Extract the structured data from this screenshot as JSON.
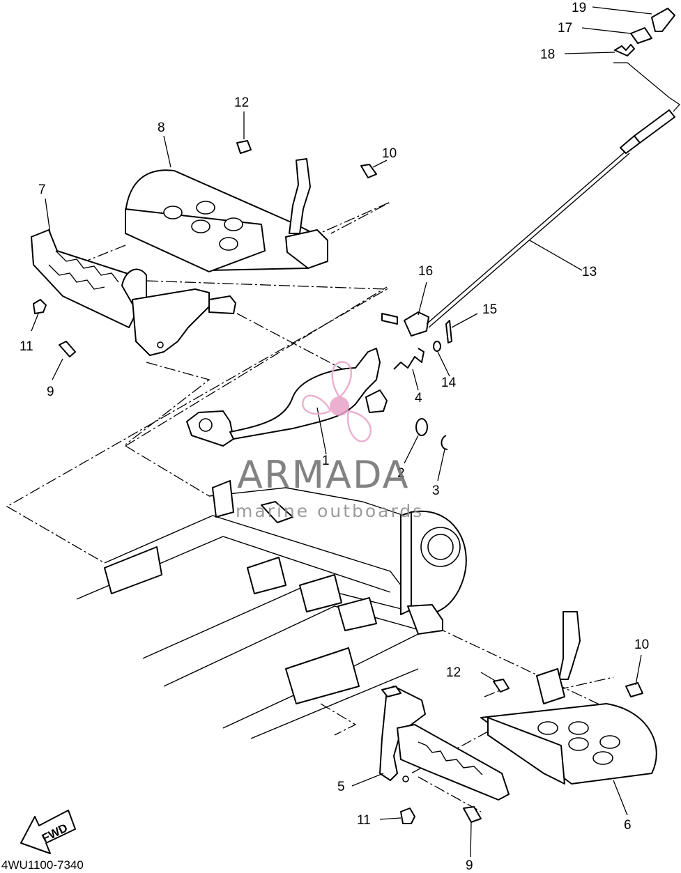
{
  "diagram_code": "4WU1100-7340",
  "fwd_label": "FWD",
  "watermark": {
    "brand": "ARMADA",
    "tagline": "marine outboards",
    "logo_color": "#e8a3c8"
  },
  "callouts": {
    "c1": "1",
    "c2": "2",
    "c3": "3",
    "c4": "4",
    "c5": "5",
    "c6": "6",
    "c7": "7",
    "c8": "8",
    "c9_top": "9",
    "c9_bottom": "9",
    "c10_top": "10",
    "c10_bottom": "10",
    "c11_top": "11",
    "c11_bottom": "11",
    "c12_top": "12",
    "c12_bottom": "12",
    "c13": "13",
    "c14": "14",
    "c15": "15",
    "c16": "16",
    "c17": "17",
    "c18": "18",
    "c19": "19"
  }
}
